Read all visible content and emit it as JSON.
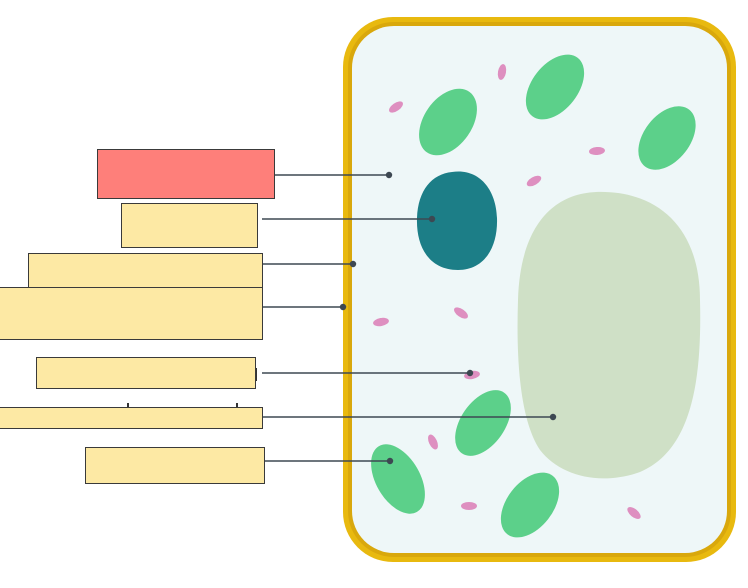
{
  "diagram": {
    "colors": {
      "cell_wall": "#e8b90f",
      "cytoplasm": "#eef7f8",
      "chloroplast": "#5cd08a",
      "nucleus": "#1c7e87",
      "vacuole": "#cfe0c6",
      "mitochondria": "#de8fc0",
      "label_fill": "#fde9a4",
      "label_selected": "#fe7f7a",
      "leader_line": "#3d4852"
    },
    "labels": [
      {
        "id": "label-1",
        "text": "",
        "state": "selected"
      },
      {
        "id": "label-2",
        "text": "",
        "state": "empty"
      },
      {
        "id": "label-3",
        "text": "",
        "state": "empty"
      },
      {
        "id": "label-4",
        "text": "",
        "state": "empty"
      },
      {
        "id": "label-5",
        "text": "",
        "state": "empty"
      },
      {
        "id": "label-6",
        "text": "",
        "state": "empty"
      },
      {
        "id": "label-7",
        "text": "",
        "state": "empty"
      }
    ]
  }
}
